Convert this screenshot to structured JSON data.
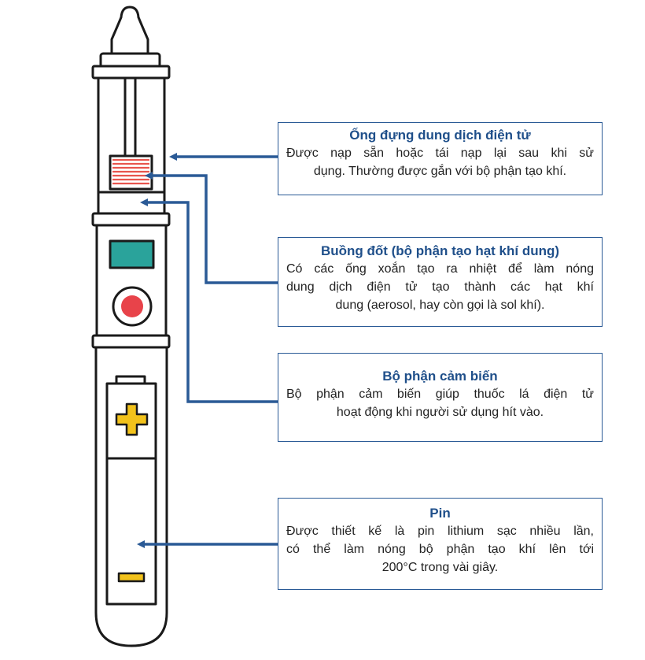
{
  "colors": {
    "outline": "#1a1a1a",
    "arrow": "#2a5a96",
    "title": "#1f4f8a",
    "coil": "#e8554e",
    "screen": "#2aa39b",
    "button": "#e8434a",
    "battery_sign": "#f2c21b"
  },
  "labels": {
    "tank": {
      "title": "Ống đựng dung dịch điện tử",
      "lines": [
        "Được nạp sẵn hoặc tái nạp lại sau khi sử",
        "dụng. Thường được gắn với bộ phận tạo khí."
      ]
    },
    "chamber": {
      "title": "Buồng đốt (bộ phận tạo hạt khí dung)",
      "lines": [
        "Có các ống xoắn tạo ra nhiệt để làm nóng",
        "dung dịch điện tử tạo thành các hạt khí",
        "dung (aerosol, hay còn gọi là sol khí)."
      ]
    },
    "sensor": {
      "title": "Bộ phận cảm biến",
      "lines": [
        "Bộ phận cảm biến giúp thuốc lá điện tử",
        "hoạt động khi người sử dụng hít vào."
      ]
    },
    "battery": {
      "title": "Pin",
      "lines": [
        "Được thiết kế là pin lithium sạc nhiều lần,",
        "có thể làm nóng bộ phận tạo khí lên tới",
        "200°C trong vài giây."
      ]
    }
  },
  "icons": [
    "plus-icon",
    "minus-icon",
    "button-icon"
  ]
}
